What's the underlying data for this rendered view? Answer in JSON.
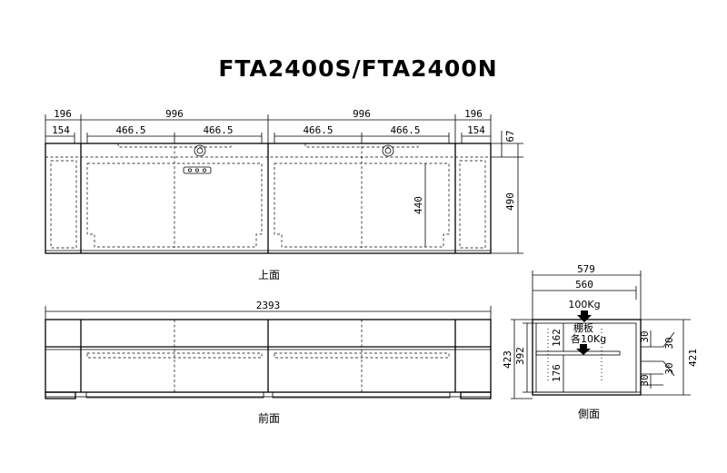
{
  "title": "FTA2400S/FTA2400N",
  "views": {
    "top": "上面",
    "front": "前面",
    "side": "側面"
  },
  "top_dims": {
    "left_outer": "196",
    "left_inner": "154",
    "section_1": "996",
    "section_2": "996",
    "door_1": "466.5",
    "door_2": "466.5",
    "door_3": "466.5",
    "door_4": "466.5",
    "right_outer": "196",
    "right_inner": "154",
    "depth_front": "67",
    "depth_total": "490",
    "inner_depth": "440"
  },
  "front_dims": {
    "total_width": "2393"
  },
  "side_dims": {
    "outer_depth": "579",
    "inner_depth": "560",
    "top_load": "100Kg",
    "shelf_label": "棚板",
    "shelf_load": "各10Kg",
    "upper_space": "162",
    "lower_space": "176",
    "total_height": "423",
    "body_height": "392",
    "right_height": "421",
    "top_board_a": "30",
    "top_board_b": "30",
    "bottom_board_a": "30",
    "bottom_board_b": "30"
  }
}
